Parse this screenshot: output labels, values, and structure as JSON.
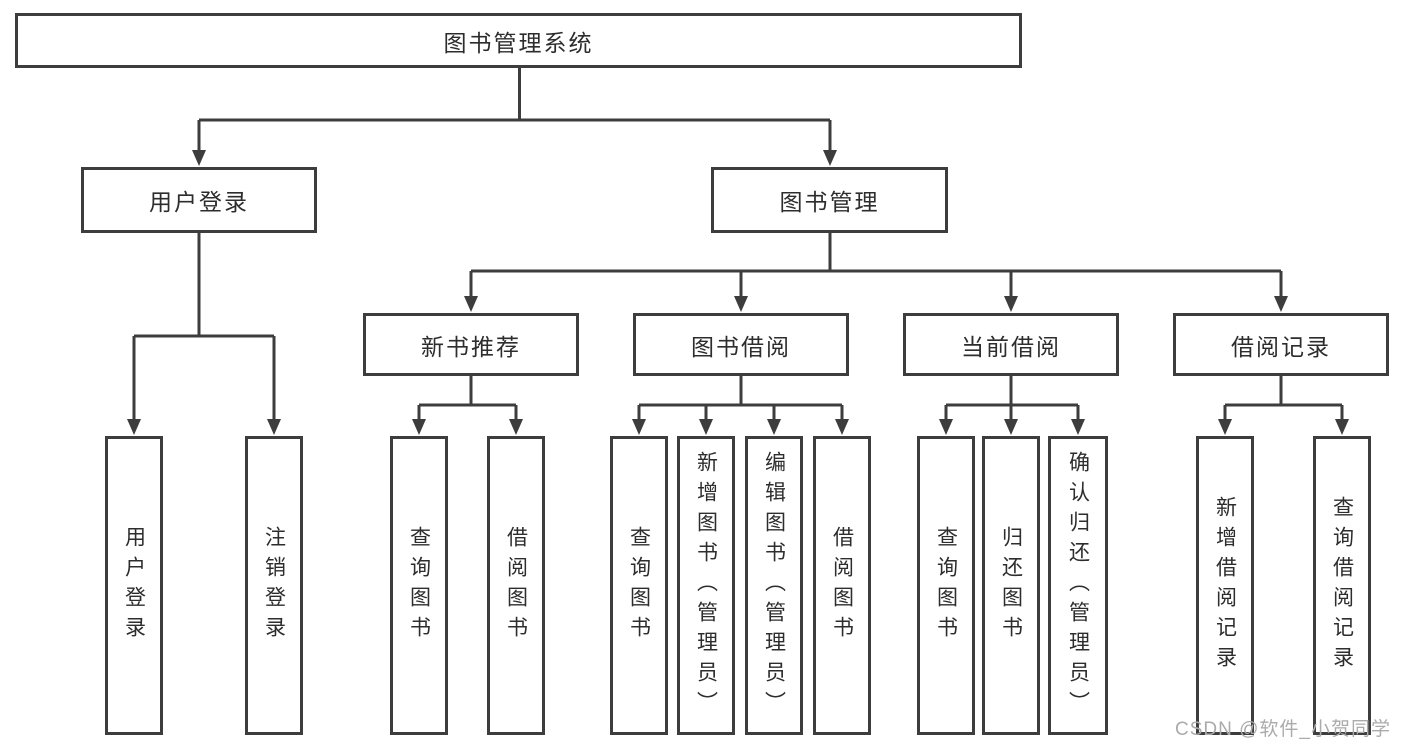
{
  "diagram": {
    "title_node": "图书管理系统",
    "root": {
      "label": "图书管理系统"
    },
    "level2": [
      {
        "label": "用户登录",
        "leaves": [
          {
            "label": "用户登录"
          },
          {
            "label": "注销登录"
          }
        ]
      },
      {
        "label": "图书管理",
        "level3": [
          {
            "label": "新书推荐",
            "leaves": [
              {
                "label": "查询图书"
              },
              {
                "label": "借阅图书"
              }
            ]
          },
          {
            "label": "图书借阅",
            "leaves": [
              {
                "label": "查询图书"
              },
              {
                "label": "新增图书（管理员）"
              },
              {
                "label": "编辑图书（管理员）"
              },
              {
                "label": "借阅图书"
              }
            ]
          },
          {
            "label": "当前借阅",
            "leaves": [
              {
                "label": "查询图书"
              },
              {
                "label": "归还图书"
              },
              {
                "label": "确认归还（管理员）"
              }
            ]
          },
          {
            "label": "借阅记录",
            "leaves": [
              {
                "label": "新增借阅记录"
              },
              {
                "label": "查询借阅记录"
              }
            ]
          }
        ]
      }
    ]
  },
  "watermark": {
    "text": "CSDN @软件_小贺同学"
  },
  "colors": {
    "line": "#3d3d3d",
    "text": "#2d2d2d",
    "watermark": "#ababab",
    "background": "#ffffff"
  }
}
